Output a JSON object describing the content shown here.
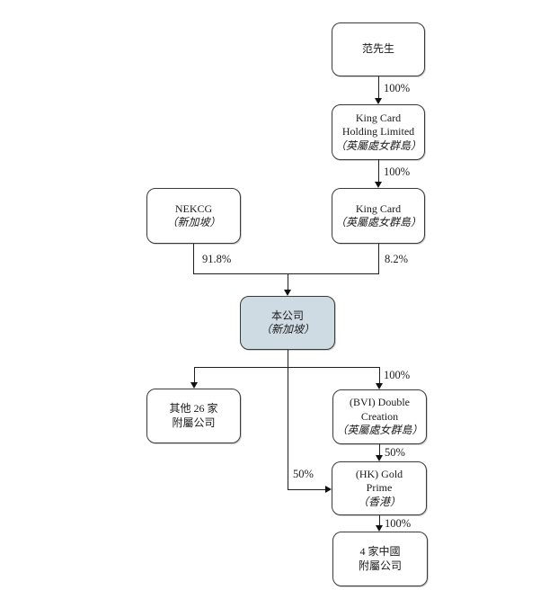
{
  "colors": {
    "background": "#ffffff",
    "box_border": "#3a3a3a",
    "line": "#1f1f1f",
    "highlight_fill": "#cfdbe3",
    "text": "#1a1a1a"
  },
  "nodes": {
    "mr_fan": {
      "line1": "范先生"
    },
    "kc_holding": {
      "line1": "King Card",
      "line2": "Holding Limited",
      "line3": "（英屬處女群島）"
    },
    "nekcg": {
      "line1": "NEKCG",
      "line2": "（新加坡）"
    },
    "king_card": {
      "line1": "King Card",
      "line2": "（英屬處女群島）"
    },
    "company": {
      "line1": "本公司",
      "line2": "（新加坡）"
    },
    "other_subsidiaries": {
      "line1": "其他 26 家",
      "line2": "附屬公司"
    },
    "bvi_double_creation": {
      "line1": "(BVI) Double",
      "line2": "Creation",
      "line3": "（英屬處女群島）"
    },
    "hk_gold_prime": {
      "line1": "(HK) Gold",
      "line2": "Prime",
      "line3": "（香港）"
    },
    "china_subsidiaries": {
      "line1": "4 家中國",
      "line2": "附屬公司"
    }
  },
  "edge_labels": {
    "fan_to_holding": "100%",
    "holding_to_kingcard": "100%",
    "nekcg_to_company": "91.8%",
    "kingcard_to_company": "8.2%",
    "company_to_bvi": "100%",
    "bvi_to_hkgold": "50%",
    "company_to_hkgold": "50%",
    "hkgold_to_china": "100%"
  }
}
